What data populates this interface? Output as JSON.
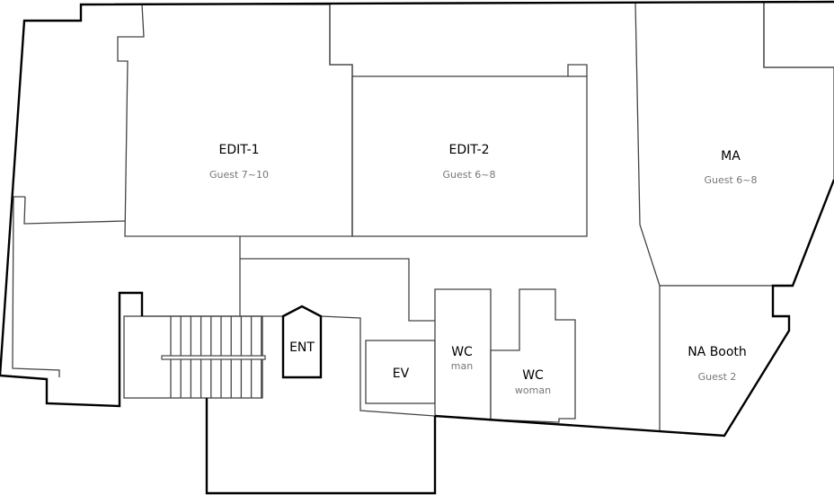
{
  "rooms": {
    "edit1": {
      "name": "EDIT-1",
      "capacity": "Guest 7~10"
    },
    "edit2": {
      "name": "EDIT-2",
      "capacity": "Guest 6~8"
    },
    "ma": {
      "name": "MA",
      "capacity": "Guest 6~8"
    },
    "na_booth": {
      "name": "NA Booth",
      "capacity": "Guest 2"
    },
    "ent": {
      "name": "ENT"
    },
    "ev": {
      "name": "EV"
    },
    "wc_man": {
      "name": "WC",
      "sub": "man"
    },
    "wc_woman": {
      "name": "WC",
      "sub": "woman"
    }
  }
}
